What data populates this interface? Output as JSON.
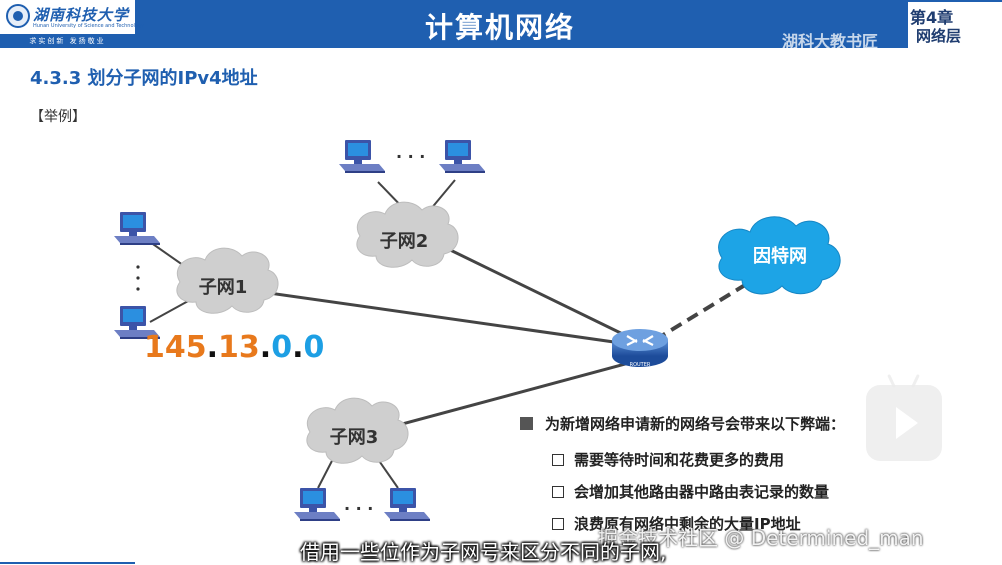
{
  "header": {
    "logo_name": "湖南科技大学",
    "logo_en": "Hunan University of Science and Technology",
    "logo_motto": "求实创新  发扬敬业",
    "title": "计算机网络",
    "chapter": "第4章",
    "chapter_sub": "网络层",
    "watermark": "湖科大教书匠"
  },
  "slide": {
    "section_title": "4.3.3 划分子网的IPv4地址",
    "example_label": "【举例】",
    "subnets": [
      "子网1",
      "子网2",
      "子网3"
    ],
    "internet_label": "因特网",
    "router_label": "ROUTER",
    "ellipsis_h": "· · ·",
    "ellipsis_v": "·\n·\n·",
    "ip_parts": [
      "145",
      ".",
      "13",
      ".",
      "0",
      ".",
      "0"
    ],
    "bullet_head": "为新增网络申请新的网络号会带来以下弊端：",
    "bullet_items": [
      "需要等待时间和花费更多的费用",
      "会增加其他路由器中路由表记录的数量",
      "浪费原有网络中剩余的大量IP地址"
    ]
  },
  "overlay": {
    "subtitle": "借用一些位作为子网号来区分不同的子网,",
    "watermark_bottom": "掘金技术社区 @ Determined_man"
  },
  "colors": {
    "header_blue": "#1f5fb0",
    "ip_orange": "#e8791c",
    "ip_blue": "#1d9fe4",
    "internet_cloud": "#1da4e6",
    "subnet_cloud": "#cfcfcf"
  }
}
